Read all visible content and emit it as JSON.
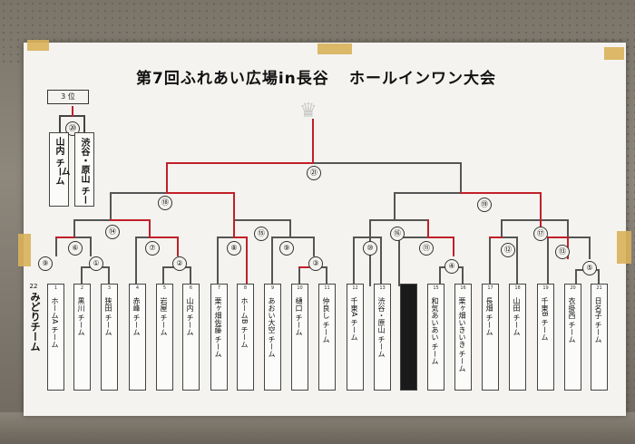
{
  "title": "第7回ふれあい広場in長谷",
  "subtitle": "ホールインワン大会",
  "third_place": "3 位",
  "trophy_icon": "crown-icon",
  "third_teams": [
    {
      "name": "山内 チーム"
    },
    {
      "name": "渋谷・原山 チーム"
    }
  ],
  "circles": {
    "c1": "①",
    "c2": "②",
    "c3": "③",
    "c4": "④",
    "c5": "⑤",
    "c6": "⑥",
    "c7": "⑦",
    "c8": "⑧",
    "c9": "⑨",
    "c10": "⑩",
    "c11": "⑪",
    "c12": "⑫",
    "c13": "⑬",
    "c14": "⑭",
    "c15": "⑮",
    "c16": "⑯",
    "c17": "⑰",
    "c18": "⑱",
    "c19": "⑲",
    "c20": "⑳",
    "c21": "㉑"
  },
  "late_entry": {
    "num": "22",
    "name": "みどりチーム"
  },
  "teams": [
    {
      "num": "1",
      "name": "ホームA チーム"
    },
    {
      "num": "2",
      "name": "黒川 チーム"
    },
    {
      "num": "3",
      "name": "狭田 チーム"
    },
    {
      "num": "4",
      "name": "赤峰 チーム"
    },
    {
      "num": "5",
      "name": "岩屋 チーム"
    },
    {
      "num": "6",
      "name": "山内 チーム"
    },
    {
      "num": "7",
      "name": "栗ヶ畑佐藤 チーム"
    },
    {
      "num": "8",
      "name": "ホームB チーム"
    },
    {
      "num": "9",
      "name": "あおい大空 チーム"
    },
    {
      "num": "10",
      "name": "樋口 チーム"
    },
    {
      "num": "11",
      "name": "仲良し チーム"
    },
    {
      "num": "12",
      "name": "千東A チーム"
    },
    {
      "num": "13",
      "name": "渋谷・原山 チーム"
    },
    {
      "num": "",
      "name": ""
    },
    {
      "num": "15",
      "name": "和気あいあい チーム"
    },
    {
      "num": "16",
      "name": "栗ヶ畑いきいき チーム"
    },
    {
      "num": "17",
      "name": "長畑 チーム"
    },
    {
      "num": "18",
      "name": "山田 チーム"
    },
    {
      "num": "19",
      "name": "千東B チーム"
    },
    {
      "num": "20",
      "name": "衣掛西 チーム"
    },
    {
      "num": "21",
      "name": "日名子 チーム"
    }
  ]
}
